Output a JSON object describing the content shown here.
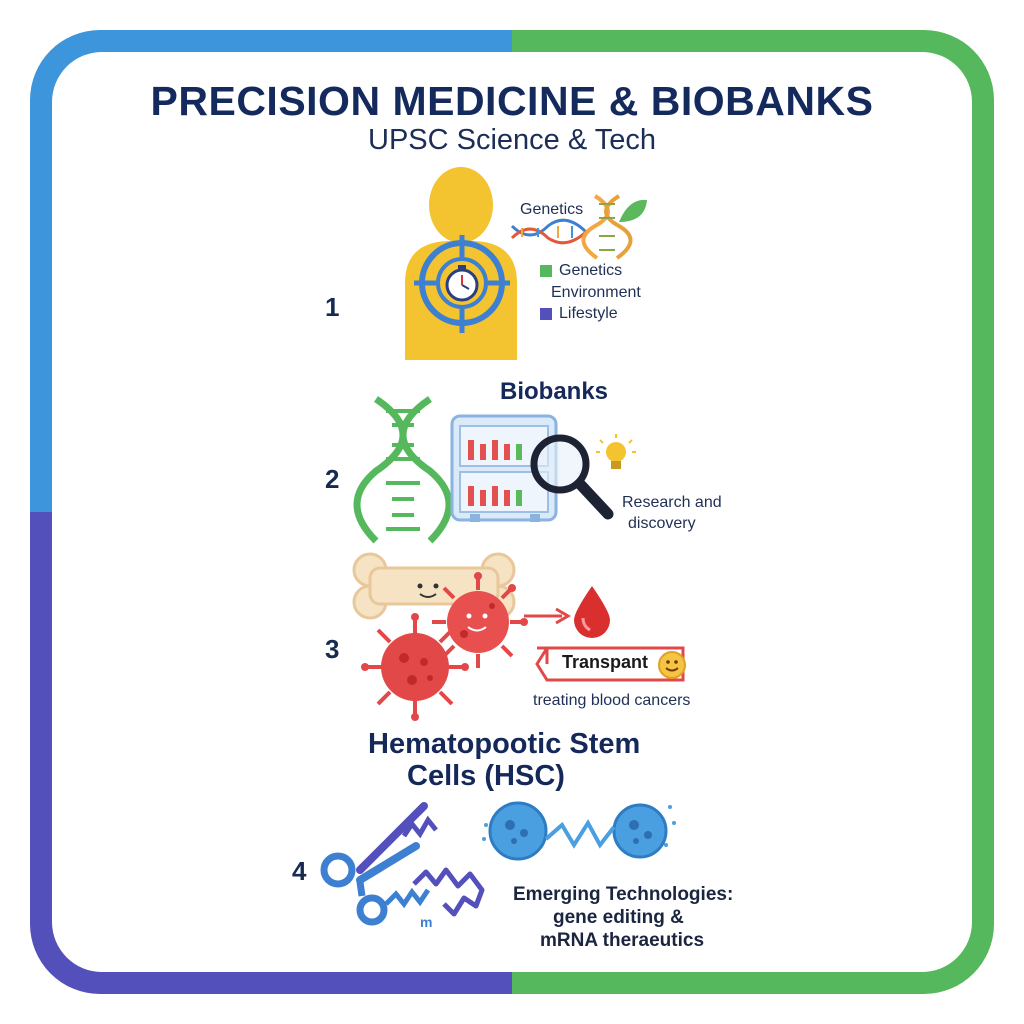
{
  "header": {
    "title": "PRECISION MEDICINE & BIOBANKS",
    "subtitle": "UPSC Science & Tech"
  },
  "colors": {
    "blue": "#3d95dc",
    "green": "#55b85c",
    "indigo": "#5450bb",
    "navy": "#142a5c",
    "yellow": "#f4c430",
    "red": "#e34848"
  },
  "sections": {
    "s1": {
      "number": "1",
      "dna_label": "Genetics",
      "legend": [
        {
          "label": "Genetics",
          "color": "#55b85c"
        },
        {
          "label": "Environment",
          "color": ""
        },
        {
          "label": "Lifestyle",
          "color": "#5450bb"
        }
      ]
    },
    "s2": {
      "number": "2",
      "title": "Biobanks",
      "caption_line1": "Research and",
      "caption_line2": "discovery"
    },
    "s3": {
      "number": "3",
      "banner": "Transpant",
      "caption": "treating blood cancers",
      "title_line1": "Hematopootic Stem",
      "title_line2": "Cells (HSC)"
    },
    "s4": {
      "number": "4",
      "mrna_tag": "m",
      "caption_line1": "Emerging Technologies:",
      "caption_line2": "gene editing &",
      "caption_line3": "mRNA theraeutics"
    }
  }
}
